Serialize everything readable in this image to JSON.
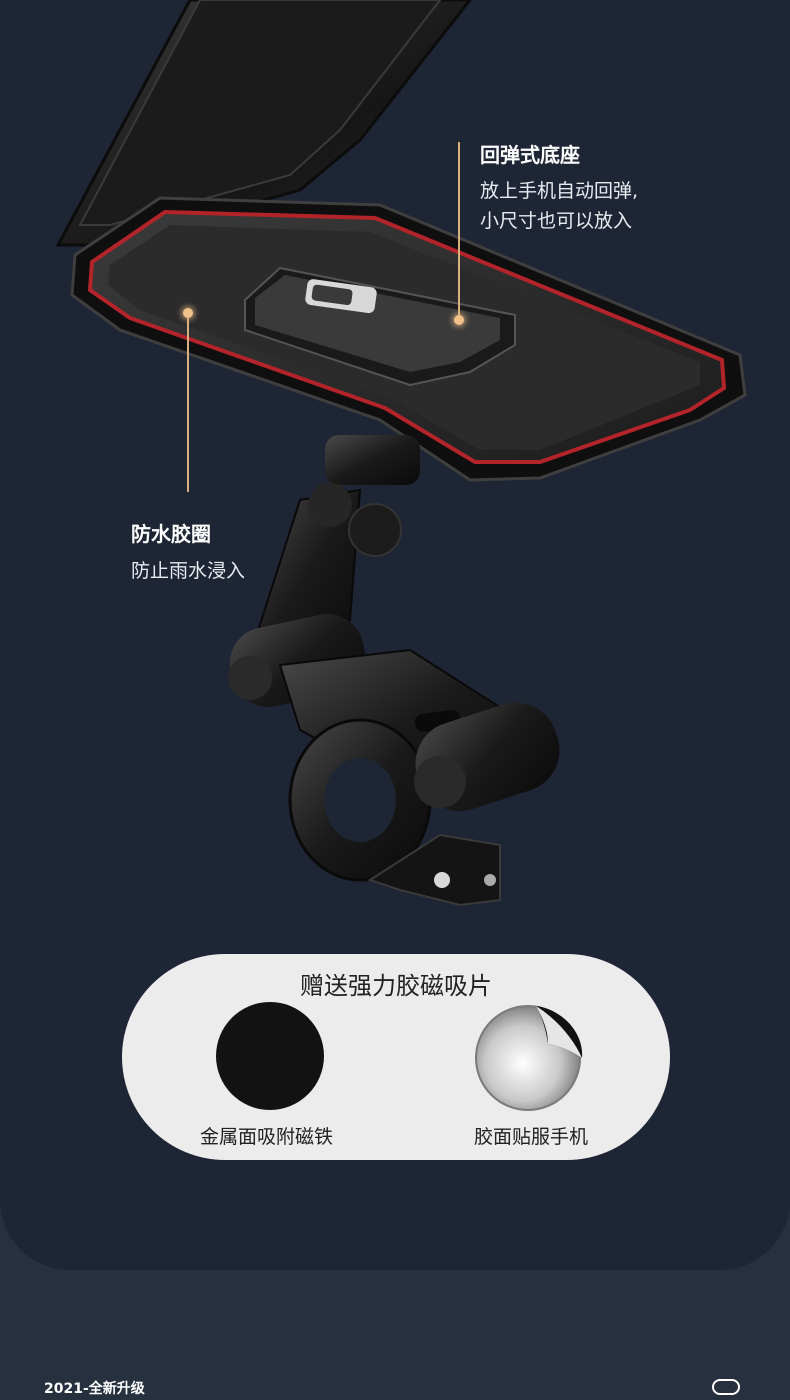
{
  "callouts": {
    "base": {
      "title": "回弹式底座",
      "line1": "放上手机自动回弹,",
      "line2": "小尺寸也可以放入"
    },
    "seal": {
      "title": "防水胶圈",
      "line1": "防止雨水浸入"
    }
  },
  "gift": {
    "title": "赠送强力胶磁吸片",
    "items": [
      {
        "label": "金属面吸附磁铁",
        "color": "#121212"
      },
      {
        "label": "胶面贴服手机",
        "color": "#c8c8c8"
      }
    ]
  },
  "footer": {
    "text": "2021-全新升级"
  },
  "colors": {
    "background": "#27303f",
    "panel": "#1e2534",
    "accent": "#f0c28a",
    "seal": "#b3242a"
  }
}
